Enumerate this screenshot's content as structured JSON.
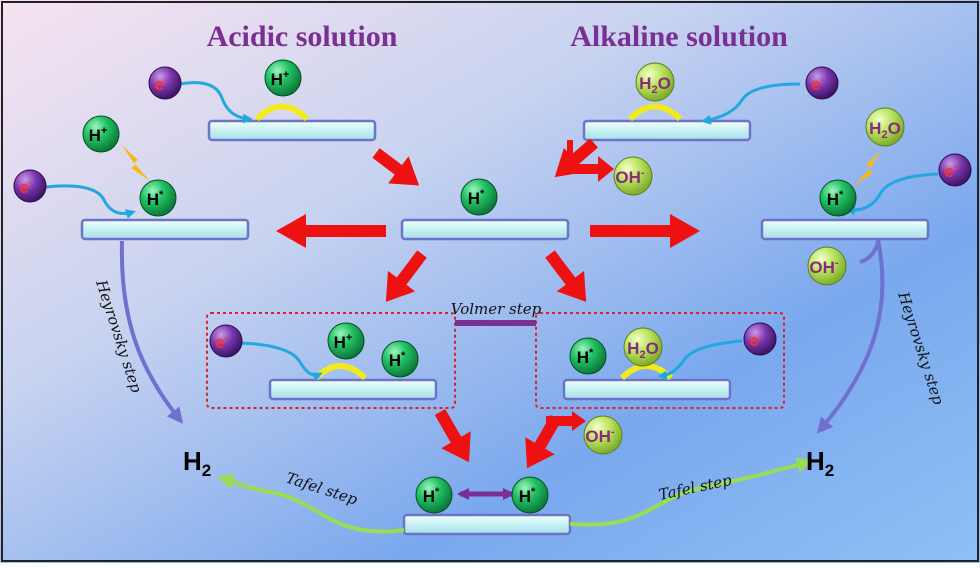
{
  "titles": {
    "acidic": "Acidic solution",
    "alkaline": "Alkaline solution"
  },
  "steps": {
    "volmer": "Volmer step",
    "heyrovsky": "Heyrovsky step",
    "tafel": "Tafel step"
  },
  "species": {
    "electron": "e",
    "electron_charge": "-",
    "proton": "H",
    "proton_charge": "+",
    "adsorbed_h": "H",
    "adsorbed_mark": "*",
    "water": "H",
    "water_sub": "2",
    "water_o": "O",
    "hydroxide": "OH",
    "hydroxide_charge": "-",
    "hydrogen": "H",
    "hydrogen_sub": "2"
  },
  "colors": {
    "arrow": "#ee1111",
    "electron_path": "#22a8e0",
    "heyrovsky_path": "#7070d0",
    "tafel_path": "#99dd55",
    "volmer_link": "#7a2f93",
    "hplus_ball": "#18b35a",
    "water_ball": "#b6e05a",
    "electron_ball": "#6a2a96",
    "bridge": "#f2ea1c"
  }
}
